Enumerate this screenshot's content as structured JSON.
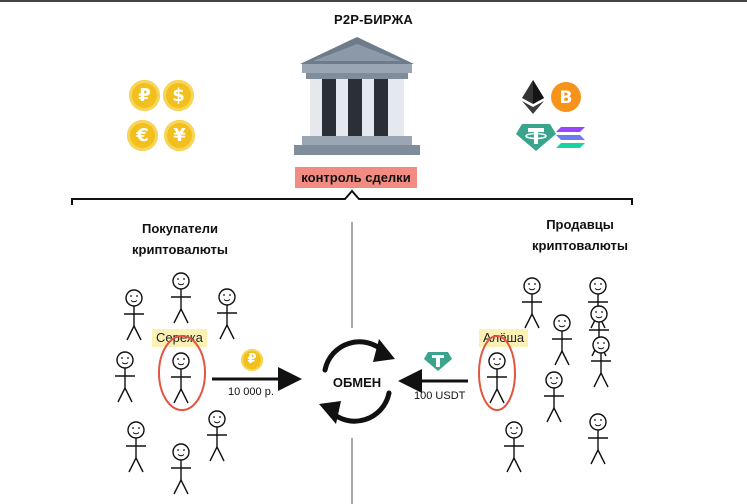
{
  "title": "P2P-БИРЖА",
  "control_label": "контроль сделки",
  "left": {
    "title_line1": "Покупатели",
    "title_line2": "криптовалюты",
    "name": "Сережа",
    "amount": "10 000 р."
  },
  "right": {
    "title_line1": "Продавцы",
    "title_line2": "криптовалюты",
    "name": "Алёша",
    "amount": "100 USDT"
  },
  "center_label": "ОБМЕН",
  "fiat_coins": [
    "₽",
    "$",
    "€",
    "¥"
  ],
  "crypto_icons": [
    "ethereum-icon",
    "bitcoin-icon",
    "tether-icon",
    "solana-icon"
  ],
  "colors": {
    "coin": "#f2c01c",
    "tether": "#3aa48c",
    "bitcoin": "#f7931a",
    "highlight": "#f28b82",
    "circle": "#e2553f",
    "label_bg": "#fbf1b5"
  }
}
